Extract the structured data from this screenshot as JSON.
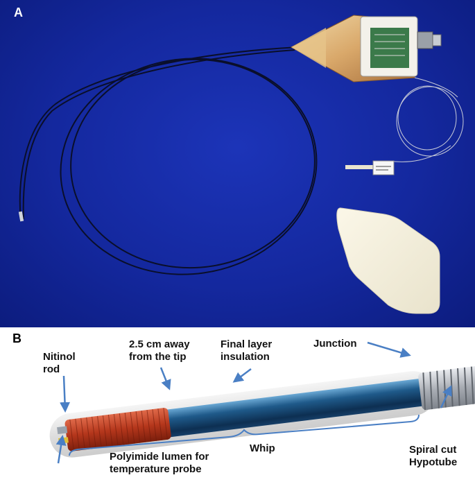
{
  "panel_a": {
    "letter": "A"
  },
  "panel_b": {
    "letter": "B",
    "labels": {
      "nitinol_line1": "Nitinol",
      "nitinol_line2": "rod",
      "tip_line1": "2.5 cm away",
      "tip_line2": "from the tip",
      "final_line1": "Final layer",
      "final_line2": "insulation",
      "junction": "Junction",
      "whip": "Whip",
      "polyimide_line1": "Polyimide lumen for",
      "polyimide_line2": "temperature probe",
      "spiral_line1": "Spiral cut",
      "spiral_line2": "Hypotube"
    }
  },
  "colors": {
    "background_blue": "#14289e",
    "coil_red": "#b5371c",
    "shaft_blue": "#1f5a8a",
    "hypotube_gray": "#b8bcc2",
    "arrow_blue": "#4a7fc4"
  }
}
